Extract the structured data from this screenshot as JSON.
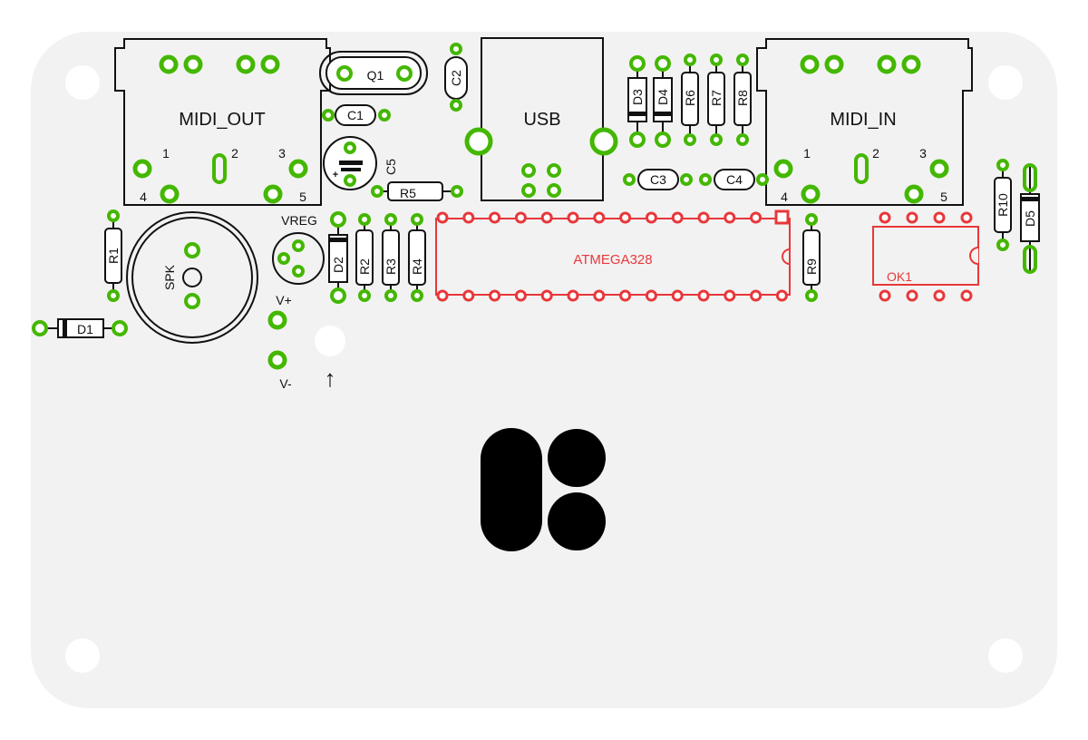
{
  "colors": {
    "board": "#f2f2f2",
    "pad": "#44b700",
    "ic": "#e8373a",
    "outline": "#111111",
    "logo": "#000000"
  },
  "labels": {
    "midi_out": "MIDI_OUT",
    "midi_in": "MIDI_IN",
    "usb": "USB",
    "q1": "Q1",
    "c1": "C1",
    "c2": "C2",
    "c3": "C3",
    "c4": "C4",
    "c5": "C5",
    "c5_polarity": "+",
    "r1": "R1",
    "r2": "R2",
    "r3": "R3",
    "r4": "R4",
    "r5": "R5",
    "r6": "R6",
    "r7": "R7",
    "r8": "R8",
    "r9": "R9",
    "r10": "R10",
    "d1": "D1",
    "d2": "D2",
    "d3": "D3",
    "d4": "D4",
    "d5": "D5",
    "vreg": "VREG",
    "spk": "SPK",
    "v_plus": "V+",
    "v_minus": "V-",
    "arrow": "↑",
    "ic_main": "ATMEGA328",
    "ic_opto": "OK1",
    "pin1": "1",
    "pin2": "2",
    "pin3": "3",
    "pin4": "4",
    "pin5": "5"
  }
}
